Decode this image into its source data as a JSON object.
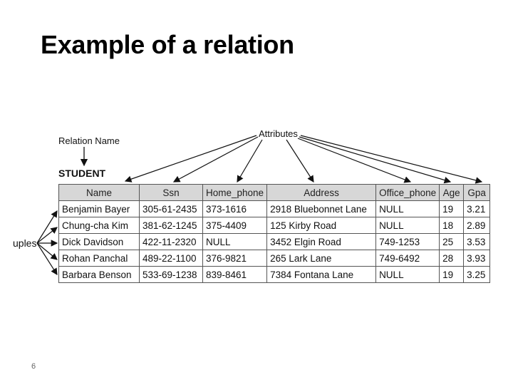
{
  "slide": {
    "title": "Example of a relation",
    "page_number": "6"
  },
  "figure": {
    "relation_name_label": "Relation Name",
    "attributes_label": "Attributes",
    "tuples_label": "uples",
    "relation_title": "STUDENT",
    "columns": [
      "Name",
      "Ssn",
      "Home_phone",
      "Address",
      "Office_phone",
      "Age",
      "Gpa"
    ],
    "rows": [
      [
        "Benjamin Bayer",
        "305-61-2435",
        "373-1616",
        "2918 Bluebonnet Lane",
        "NULL",
        "19",
        "3.21"
      ],
      [
        "Chung-cha Kim",
        "381-62-1245",
        "375-4409",
        "125 Kirby Road",
        "NULL",
        "18",
        "2.89"
      ],
      [
        "Dick Davidson",
        "422-11-2320",
        "NULL",
        "3452 Elgin Road",
        "749-1253",
        "25",
        "3.53"
      ],
      [
        "Rohan Panchal",
        "489-22-1100",
        "376-9821",
        "265 Lark Lane",
        "749-6492",
        "28",
        "3.93"
      ],
      [
        "Barbara Benson",
        "533-69-1238",
        "839-8461",
        "7384 Fontana Lane",
        "NULL",
        "19",
        "3.25"
      ]
    ]
  }
}
